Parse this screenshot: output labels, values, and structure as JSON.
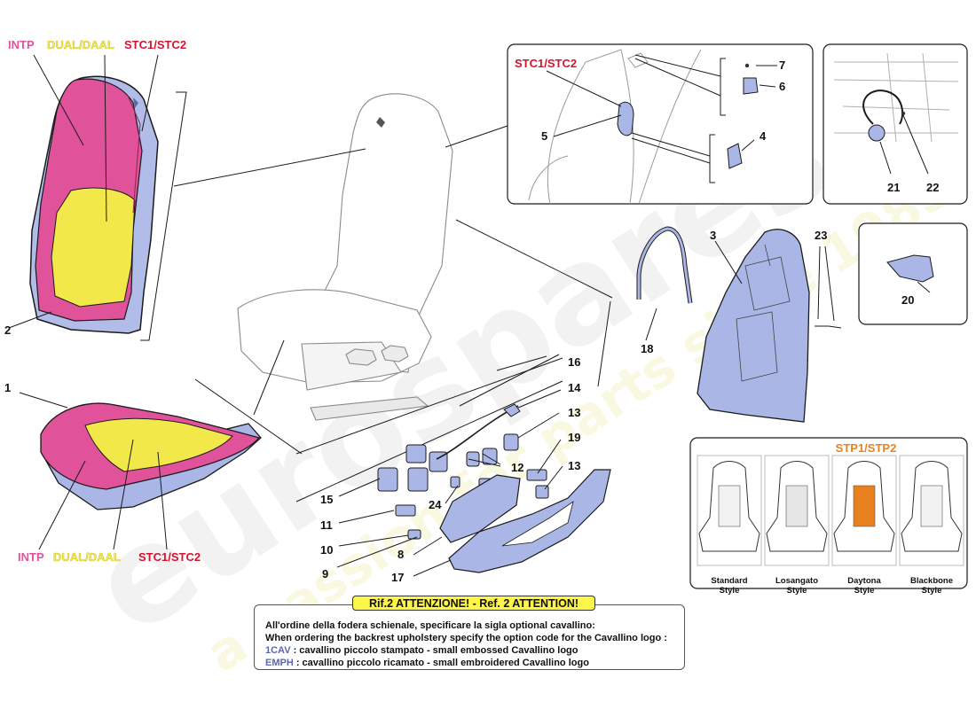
{
  "colors": {
    "intp": "#e0529a",
    "dual": "#f3e84a",
    "stc": "#d4142f",
    "stp": "#e8821e",
    "part_fill": "#aab6e6",
    "part_stroke": "#1b1b1b"
  },
  "option_labels_top": {
    "intp": "INTP",
    "dual": "DUAL/DAAL",
    "stc": "STC1/STC2"
  },
  "option_labels_bottom": {
    "intp": "INTP",
    "dual": "DUAL/DAAL",
    "stc": "STC1/STC2"
  },
  "inset_label": "STC1/STC2",
  "callouts": {
    "c1": "1",
    "c2": "2",
    "c3": "3",
    "c4": "4",
    "c5": "5",
    "c6": "6",
    "c7": "7",
    "c8": "8",
    "c9": "9",
    "c10": "10",
    "c11": "11",
    "c12": "12",
    "c13a": "13",
    "c13b": "13",
    "c14": "14",
    "c15": "15",
    "c16": "16",
    "c17": "17",
    "c18": "18",
    "c19": "19",
    "c20": "20",
    "c21": "21",
    "c22": "22",
    "c23": "23",
    "c24": "24"
  },
  "styles_panel": {
    "badge": "STP1/STP2",
    "styles": [
      {
        "line1": "Standard",
        "line2": "Style"
      },
      {
        "line1": "Losangato",
        "line2": "Style"
      },
      {
        "line1": "Daytona",
        "line2": "Style"
      },
      {
        "line1": "Blackbone",
        "line2": "Style"
      }
    ]
  },
  "note": {
    "title": "Rif.2 ATTENZIONE! - Ref. 2 ATTENTION!",
    "line1": "All'ordine della fodera schienale, specificare la sigla optional cavallino:",
    "line2": "When ordering the backrest upholstery specify the option code for the Cavallino logo :",
    "codes": [
      {
        "code": "1CAV",
        "text": " : cavallino piccolo stampato - small embossed Cavallino logo"
      },
      {
        "code": "EMPH",
        "text": " : cavallino piccolo ricamato - small embroidered Cavallino logo"
      }
    ]
  },
  "watermark": {
    "brand": "eurospares",
    "tagline": "a passion for parts since 1985"
  }
}
